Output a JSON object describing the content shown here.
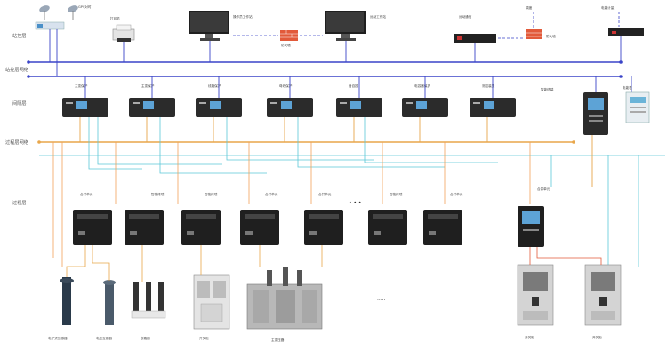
{
  "layers": {
    "station": "站控层",
    "station_net": "站控层网络",
    "bay": "间隔层",
    "process_net": "过程层网络",
    "process": "过程层"
  },
  "top": {
    "gps": "GPS对时",
    "printer": "打印机",
    "ws1": "操作员工作站",
    "firewall": "防火墙",
    "ws2": "远动工作站",
    "telecontrol": "远动通信",
    "dispatch": "调度",
    "firewall2": "防火墙",
    "metering_top": "电能计量",
    "meter_dev": "电能表"
  },
  "bay_devices": [
    {
      "label": "主变保护"
    },
    {
      "label": "主变保护"
    },
    {
      "label": "线路保护"
    },
    {
      "label": "母线保护"
    },
    {
      "label": "备自投"
    },
    {
      "label": "电容器保护"
    },
    {
      "label": "测控装置"
    },
    {
      "label": "智能终端"
    }
  ],
  "merging_units": [
    {
      "label": "合并单元"
    },
    {
      "label": "智能终端"
    },
    {
      "label": "智能终端"
    },
    {
      "label": "合并单元"
    },
    {
      "label": "合并单元"
    },
    {
      "label": "智能终端"
    },
    {
      "label": "合并单元"
    },
    {
      "label": "合并单元"
    }
  ],
  "equipment": {
    "ct": "电子式互感器",
    "vt": "电压互感器",
    "breaker": "断路器",
    "cabinet": "开关柜",
    "transformer": "主变压器",
    "ellipsis": "·····",
    "switchgear1": "开关柜",
    "switchgear2": "开关柜"
  },
  "colors": {
    "ethernet": "#3a44c8",
    "process": "#e8a64a",
    "fiber": "#f2a15a",
    "cyan": "#5bc8d8",
    "dark": "#2b2b2b"
  }
}
